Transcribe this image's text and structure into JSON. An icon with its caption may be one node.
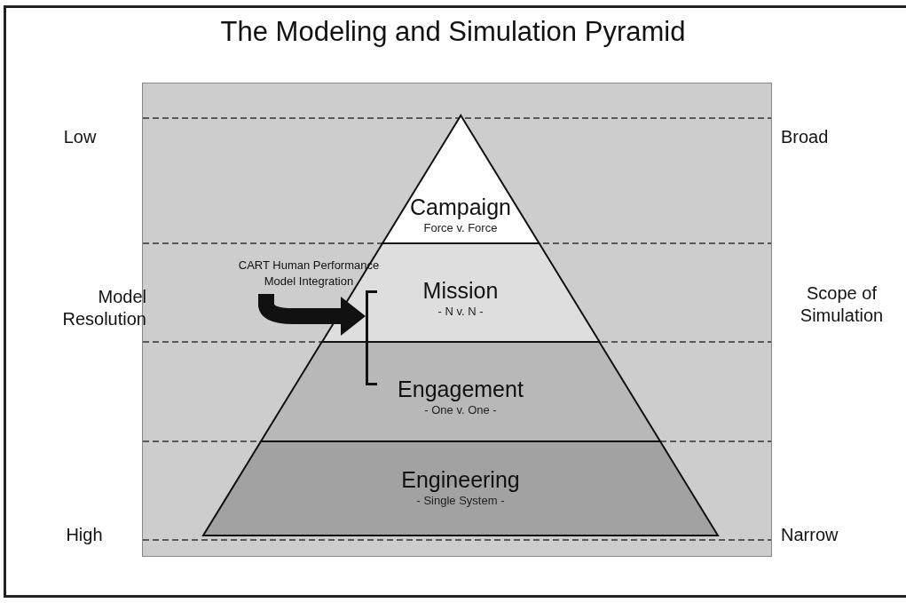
{
  "diagram": {
    "title": "The Modeling and Simulation Pyramid",
    "nodes": [
      {
        "text": [
          "Campaign",
          "Force v. Force"
        ]
      },
      {
        "text": [
          "Mission",
          "- N v. N -"
        ]
      },
      {
        "text": [
          "Engagement",
          "- One v. One -"
        ]
      },
      {
        "text": [
          "Engineering",
          "- Single System -"
        ]
      },
      {
        "text": [
          "CART Human Performance Model Integration"
        ]
      },
      {
        "text": [],
        "shape": "bracket"
      }
    ],
    "edges": [
      {
        "from": 4,
        "to": 5,
        "arrow": "to"
      }
    ],
    "labels": [
      "Low",
      "Broad",
      "Model Resolution",
      "Scope of Simulation",
      "High",
      "Narrow"
    ]
  }
}
